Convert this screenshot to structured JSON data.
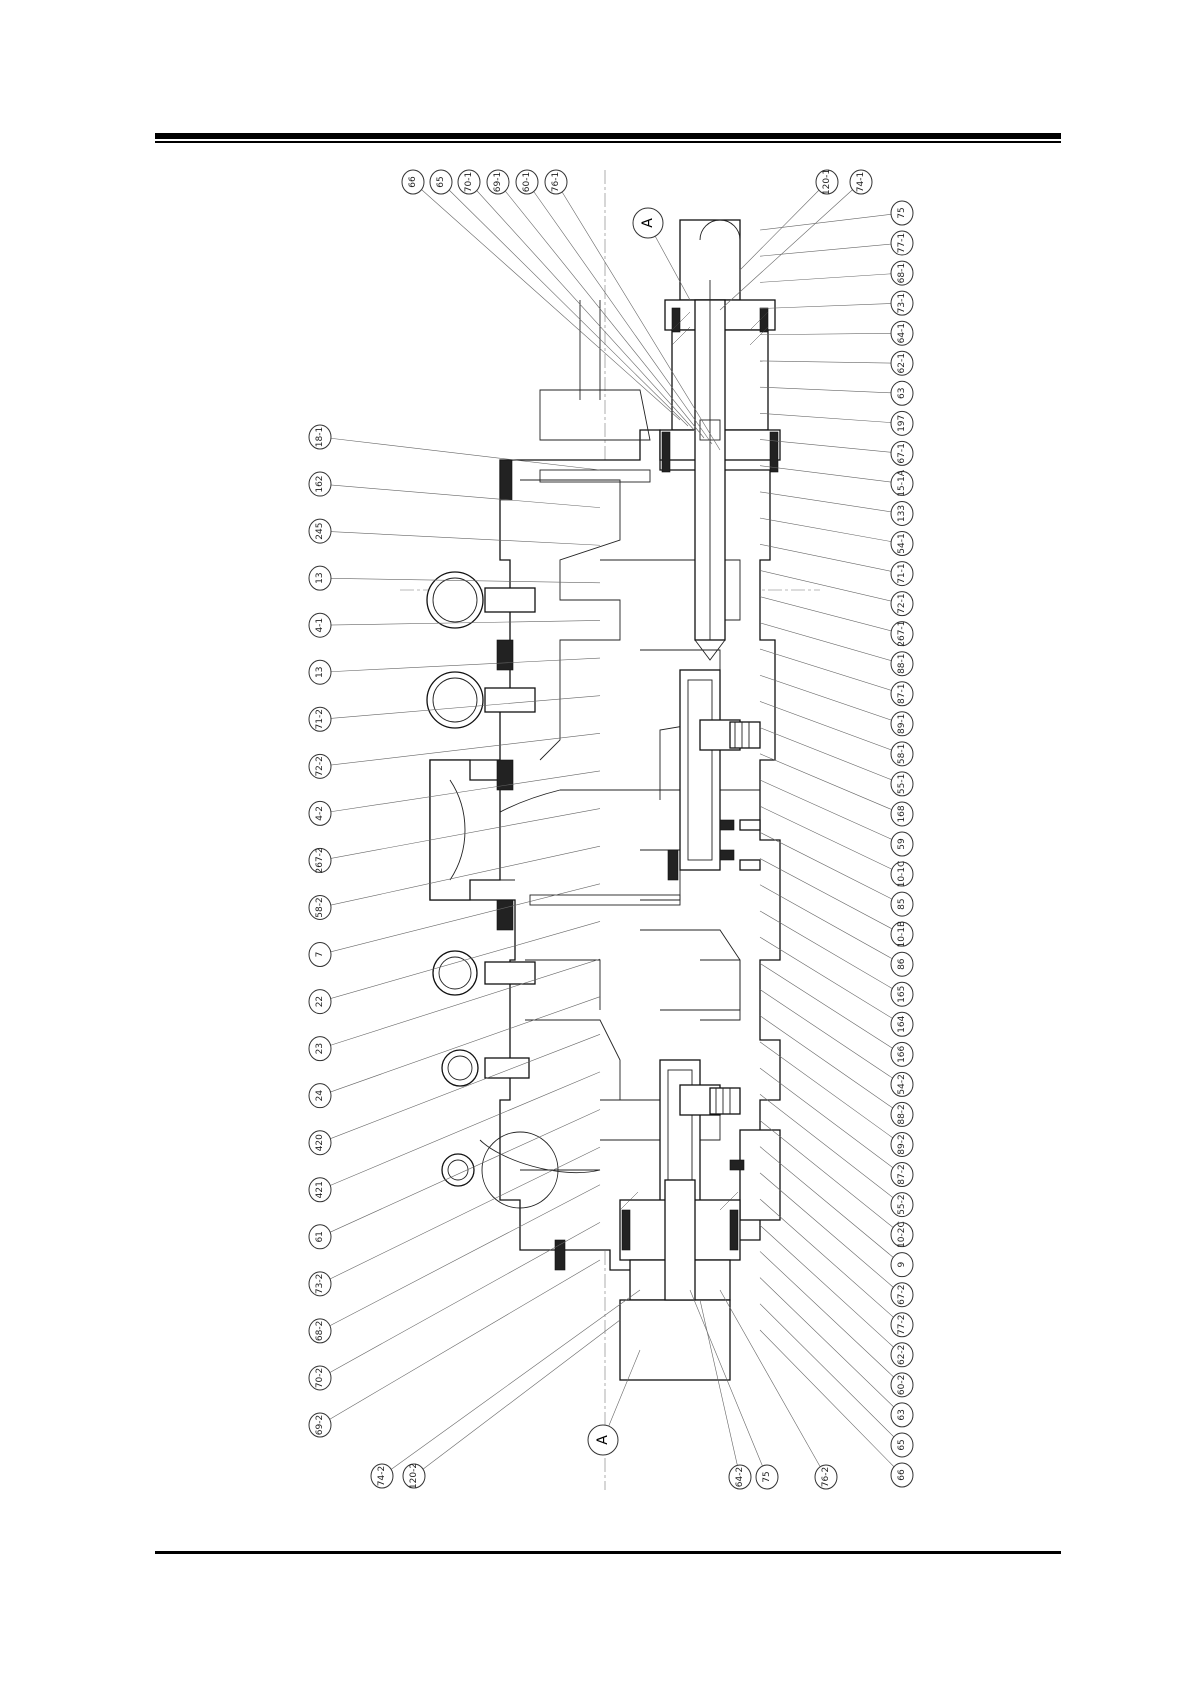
{
  "drawing": {
    "section_marks": [
      "A",
      "A"
    ],
    "callouts_top": [
      "66",
      "65",
      "70-1",
      "69-1",
      "60-1",
      "76-1",
      "120-1",
      "74-1"
    ],
    "callouts_right": [
      "75",
      "77-1",
      "68-1",
      "73-1",
      "64-1",
      "62-1",
      "63",
      "197",
      "67-1",
      "15-1A",
      "133",
      "54-1",
      "71-1",
      "72-1",
      "267-1",
      "88-1",
      "87-1",
      "89-1",
      "58-1",
      "55-1",
      "168",
      "59",
      "10-1C",
      "85",
      "10-1B",
      "86",
      "165",
      "164",
      "166",
      "54-2",
      "88-2",
      "89-2",
      "87-2",
      "55-2",
      "10-2C",
      "9",
      "67-2",
      "77-2",
      "62-2",
      "60-2",
      "63",
      "65",
      "66"
    ],
    "callouts_left": [
      "18-1",
      "162",
      "245",
      "13",
      "4-1",
      "13",
      "71-2",
      "72-2",
      "4-2",
      "267-2",
      "58-2",
      "7",
      "22",
      "23",
      "24",
      "420",
      "421",
      "61",
      "73-2",
      "68-2",
      "70-2",
      "69-2"
    ],
    "callouts_bottom": [
      "74-2",
      "120-2",
      "64-2",
      "75",
      "76-2"
    ]
  }
}
